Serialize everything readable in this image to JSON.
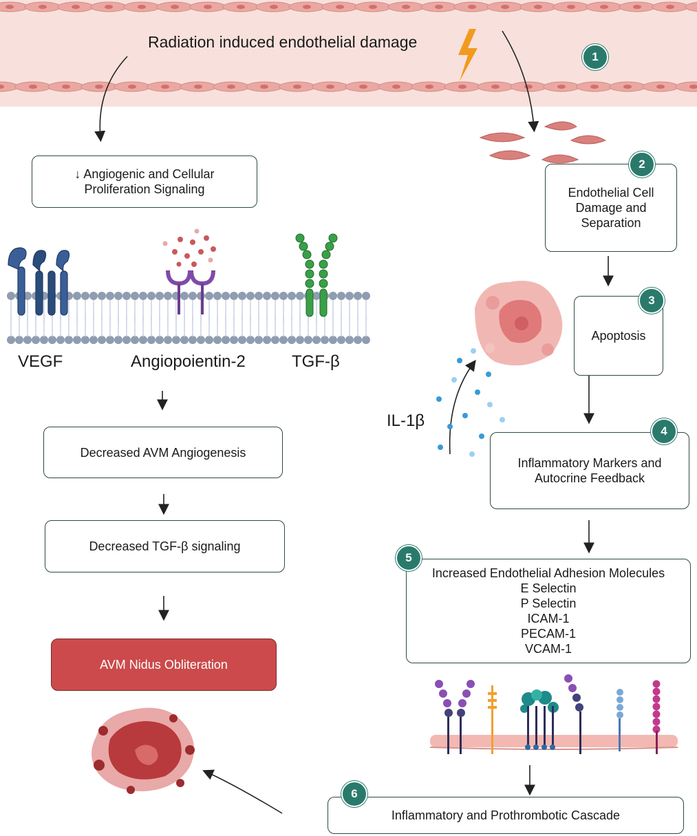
{
  "header": {
    "title": "Radiation induced endothelial damage"
  },
  "left": {
    "box_signaling": {
      "line1": "↓ Angiogenic and Cellular",
      "line2": "Proliferation Signaling"
    },
    "receptors": [
      "VEGF",
      "Angiopoientin-2",
      "TGF-β"
    ],
    "box_angiogenesis": "Decreased AVM Angiogenesis",
    "box_tgf": "Decreased TGF-β signaling",
    "box_obliteration": "AVM Nidus Obliteration"
  },
  "right": {
    "step2": {
      "number": "2",
      "lines": [
        "Endothelial Cell",
        "Damage and",
        "Separation"
      ]
    },
    "step3": {
      "number": "3",
      "label": "Apoptosis"
    },
    "il1b": "IL-1β",
    "step4": {
      "number": "4",
      "lines": [
        "Inflammatory Markers and",
        "Autocrine Feedback"
      ]
    },
    "step5": {
      "number": "5",
      "lines": [
        "Increased Endothelial Adhesion Molecules",
        "E Selectin",
        "P Selectin",
        "ICAM-1",
        "PECAM-1",
        "VCAM-1"
      ]
    },
    "step6": {
      "number": "6",
      "label": "Inflammatory and Prothrombotic Cascade"
    }
  },
  "step1": {
    "number": "1"
  },
  "colors": {
    "vessel": "#f8e0dc",
    "cell": "#e9a9a3",
    "badge": "#2a7a6c",
    "obliteration_box": "#cc4a4b",
    "box_border": "#2f4a3f",
    "bolt": "#f29a1f"
  }
}
